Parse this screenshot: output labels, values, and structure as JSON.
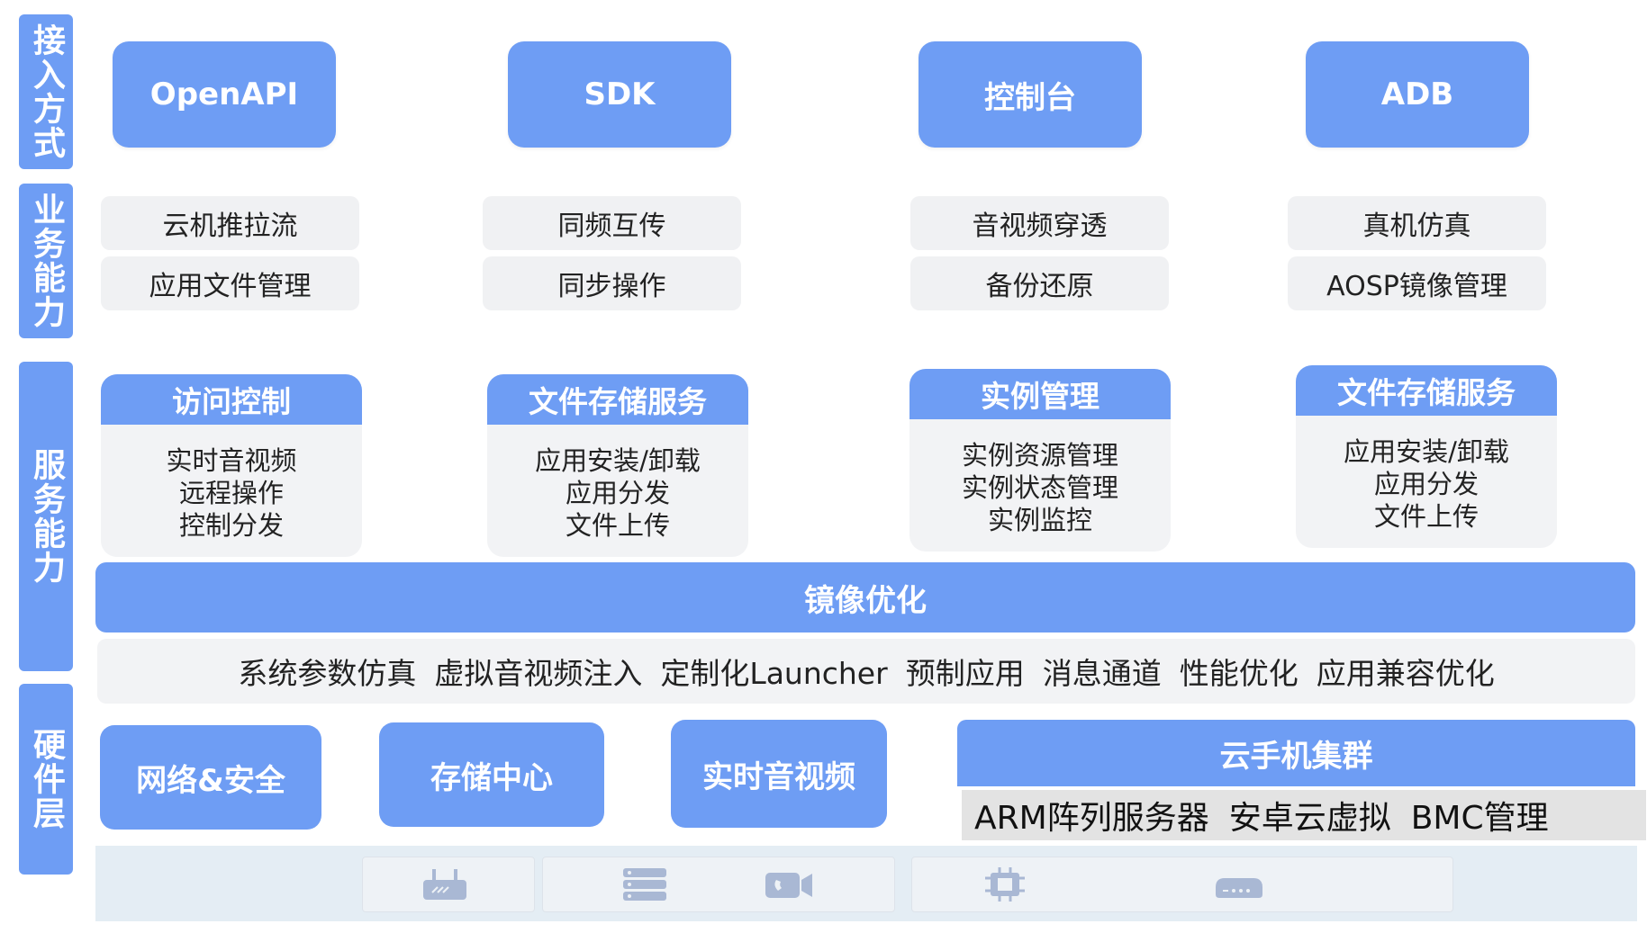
{
  "layers": {
    "access": "接入方式",
    "business": "业务能力",
    "service": "服务能力",
    "hardware": "硬件层"
  },
  "access": [
    "OpenAPI",
    "SDK",
    "控制台",
    "ADB"
  ],
  "capabilities": [
    [
      "云机推拉流",
      "应用文件管理"
    ],
    [
      "同频互传",
      "同步操作"
    ],
    [
      "音视频穿透",
      "备份还原"
    ],
    [
      "真机仿真",
      "AOSP镜像管理"
    ]
  ],
  "services": [
    {
      "title": "访问控制",
      "items": [
        "实时音视频",
        "远程操作",
        "控制分发"
      ]
    },
    {
      "title": "文件存储服务",
      "items": [
        "应用安装/卸载",
        "应用分发",
        "文件上传"
      ]
    },
    {
      "title": "实例管理",
      "items": [
        "实例资源管理",
        "实例状态管理",
        "实例监控"
      ]
    },
    {
      "title": "文件存储服务",
      "items": [
        "应用安装/卸载",
        "应用分发",
        "文件上传"
      ]
    }
  ],
  "mirror": {
    "title": "镜像优化",
    "items": [
      "系统参数仿真",
      "虚拟音视频注入",
      "定制化Launcher",
      "预制应用",
      "消息通道",
      "性能优化",
      "应用兼容优化"
    ]
  },
  "hardware": {
    "blocks": [
      "网络&安全",
      "存储中心",
      "实时音视频"
    ],
    "cluster_title": "云手机集群",
    "cluster_items": [
      "ARM阵列服务器",
      "安卓云虚拟",
      "BMC管理"
    ]
  },
  "base_icons": [
    "router-icon",
    "server-icon",
    "video-call-icon",
    "chip-icon",
    "device-icon"
  ],
  "colors": {
    "accent": "#6e9df4",
    "panel": "#f2f3f5"
  }
}
